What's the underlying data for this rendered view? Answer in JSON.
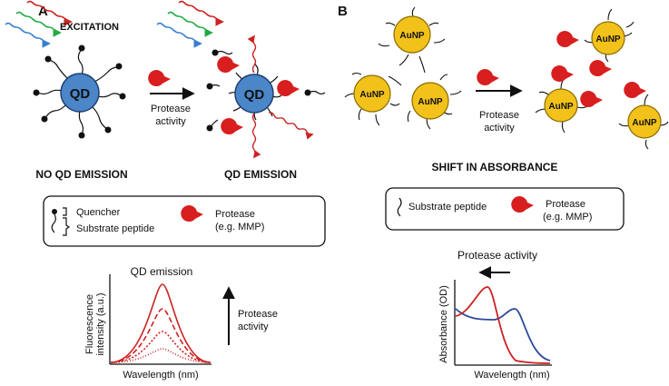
{
  "panel_a": {
    "letter": "A",
    "excitation_label": "EXCITATION",
    "qd_label": "QD",
    "arrow_label": [
      "Protease",
      "activity"
    ],
    "state_left": "NO QD EMISSION",
    "state_right": "QD EMISSION",
    "legend": {
      "quencher": "Quencher",
      "substrate": "Substrate peptide",
      "protease": [
        "Protease",
        "(e.g. MMP)"
      ]
    },
    "plot": {
      "title": "QD emission",
      "ylabel": [
        "Fluorescence",
        "intensity (a.u.)"
      ],
      "xlabel": "Wavelength (nm)",
      "arrow_label": [
        "Protease",
        "activity"
      ]
    }
  },
  "panel_b": {
    "letter": "B",
    "aunp_label": "AuNP",
    "arrow_label": [
      "Protease",
      "activity"
    ],
    "state": "SHIFT IN ABSORBANCE",
    "legend": {
      "substrate": "Substrate peptide",
      "protease": [
        "Protease",
        "(e.g. MMP)"
      ]
    },
    "plot": {
      "title": "Protease activity",
      "ylabel": "Absorbance (OD)",
      "xlabel": "Wavelength (nm)"
    }
  },
  "colors": {
    "qd": "#4a86c8",
    "aunp": "#f2c21b",
    "protease": "#d81e1e",
    "red": "#cc2222",
    "green": "#22aa44",
    "blue": "#3a7fcf",
    "navy": "#2b4a9a"
  }
}
